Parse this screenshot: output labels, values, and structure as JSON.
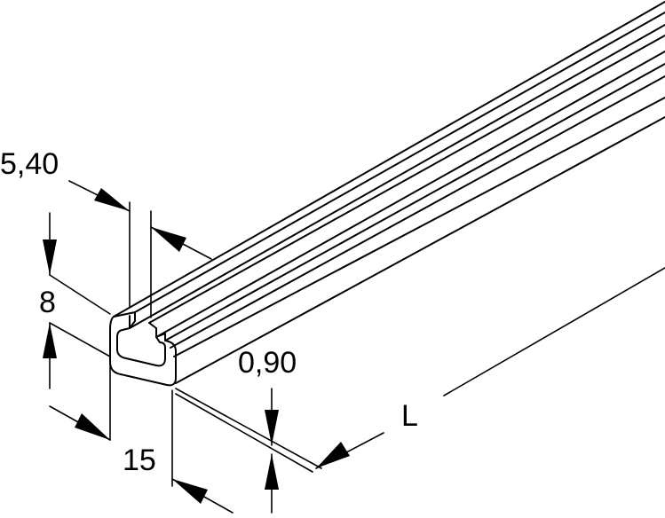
{
  "diagram": {
    "dimensions": {
      "slot_width": "5,40",
      "height": "8",
      "width": "15",
      "thickness": "0,90",
      "length": "L"
    }
  }
}
